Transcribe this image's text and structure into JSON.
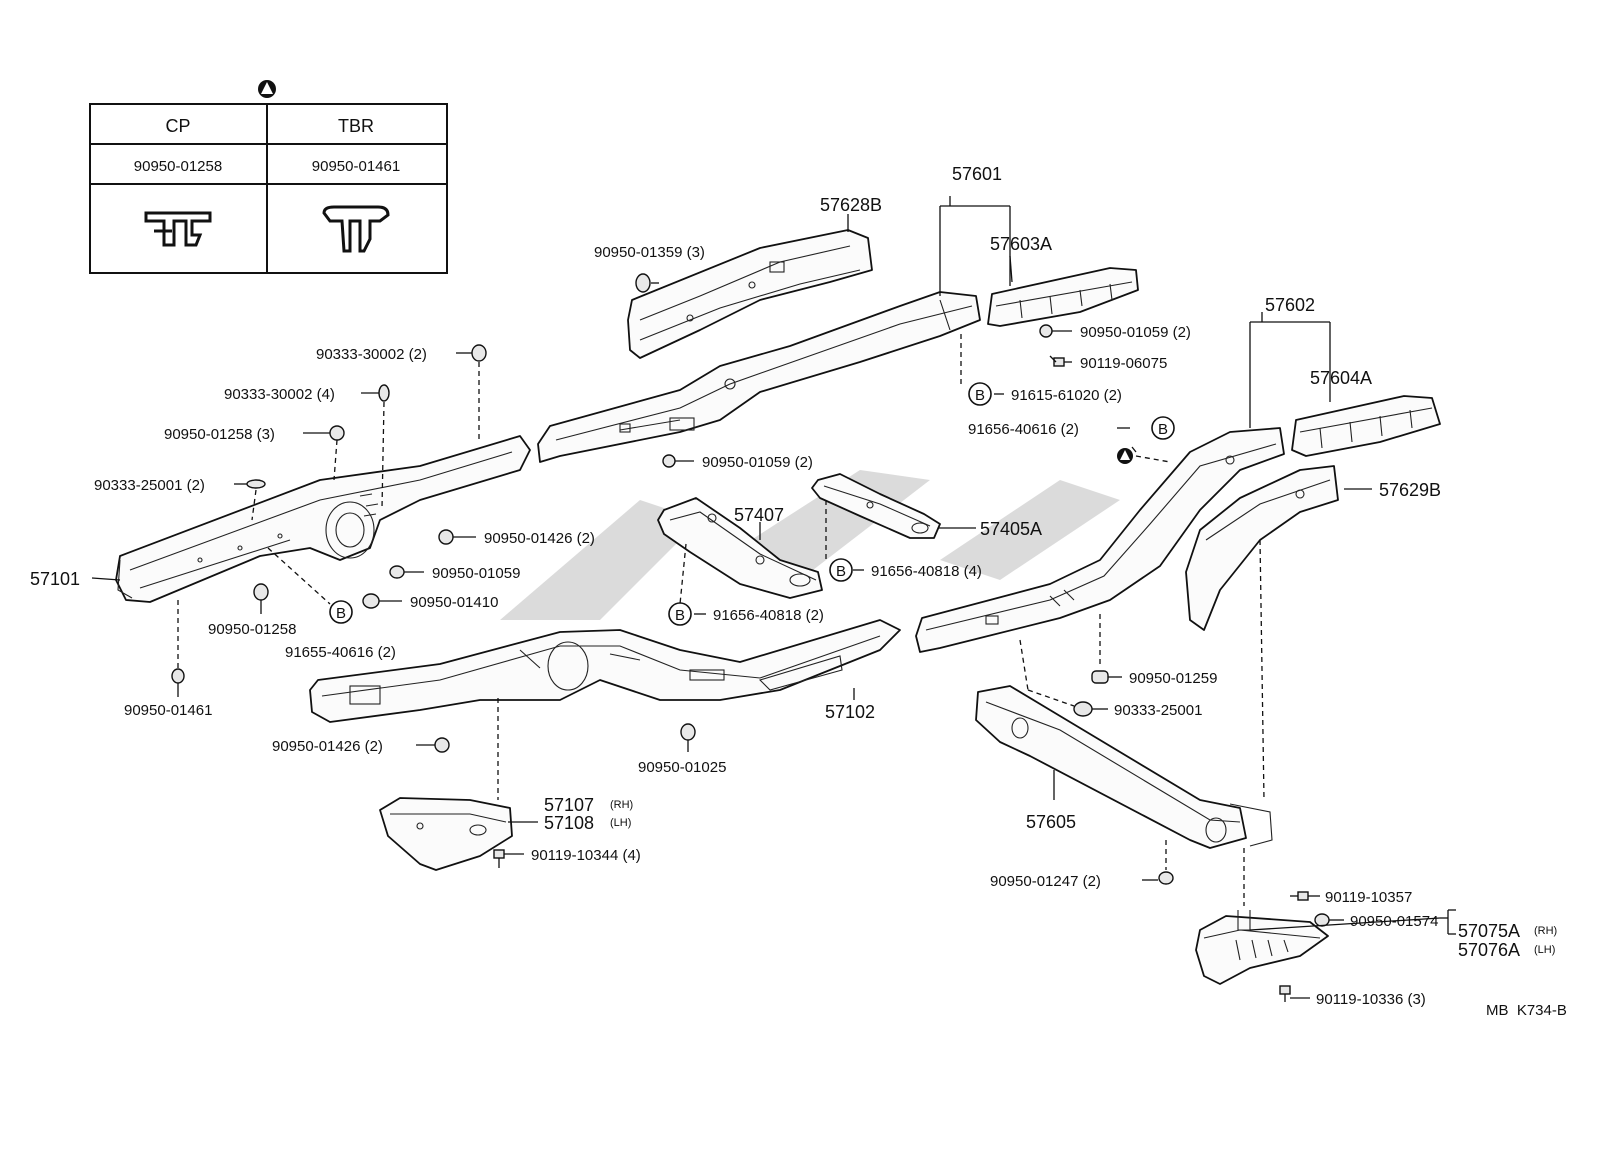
{
  "legend_table": {
    "marker_symbol": "triangle-in-circle",
    "col1_header": "CP",
    "col2_header": "TBR",
    "col1_part": "90950-01258",
    "col2_part": "90950-01461"
  },
  "drawing_code": "MB  K734-B",
  "labels": {
    "p57101": "57101",
    "p57102": "57102",
    "p57107": "57107",
    "p57107_side": "(RH)",
    "p57108": "57108",
    "p57108_side": "(LH)",
    "p57407": "57407",
    "p57405A": "57405A",
    "p57601": "57601",
    "p57603A": "57603A",
    "p57628B": "57628B",
    "p57602": "57602",
    "p57604A": "57604A",
    "p57629B": "57629B",
    "p57605": "57605",
    "p57075A": "57075A",
    "p57075A_side": "(RH)",
    "p57076A": "57076A",
    "p57076A_side": "(LH)",
    "h1": "90950-01359 (3)",
    "h2": "90333-30002 (2)",
    "h3": "90333-30002 (4)",
    "h4": "90950-01258 (3)",
    "h5": "90333-25001 (2)",
    "h6": "90950-01426 (2)",
    "h7": "90950-01059",
    "h8": "90950-01410",
    "h9": "90950-01258",
    "h10": "91655-40616 (2)",
    "h11": "90950-01461",
    "h12": "90950-01426 (2)",
    "h13": "90950-01025",
    "h14": "90119-10344 (4)",
    "h15": "90950-01059 (2)",
    "h16": "91656-40818 (2)",
    "h17": "91656-40818 (4)",
    "h18": "90950-01059 (2)",
    "h19": "90119-06075",
    "h20": "91615-61020 (2)",
    "h21": "91656-40616 (2)",
    "h22": "90950-01259",
    "h23": "90333-25001",
    "h24": "90950-01247 (2)",
    "h25": "90119-10357",
    "h26": "90950-01574",
    "h27": "90119-10336 (3)"
  },
  "callout_letter": "B"
}
